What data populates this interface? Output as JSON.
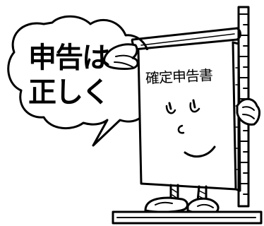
{
  "speech_bubble": {
    "line1": "申告は",
    "line2": "正しく"
  },
  "document": {
    "title": "確定申告書"
  }
}
